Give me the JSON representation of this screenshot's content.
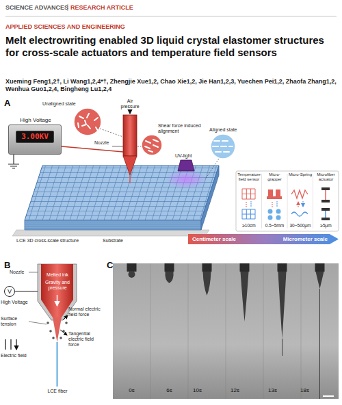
{
  "diagram": {
    "title": "Melt electrowriting enabled 3D liquid crystal elastomer structures for cross-scale actuators and temperature field sensors",
    "nodes": [
      {
        "text": [
          "High Voltage"
        ]
      },
      {
        "text": [
          "3.00KV"
        ],
        "in": 0
      },
      {
        "text": [
          "Temperature field sensor",
          "≥10cm"
        ]
      },
      {
        "text": [
          "Micro-grapper",
          "0.5~5mm"
        ]
      },
      {
        "text": [
          "Micro-Spring",
          "30~500μm"
        ]
      },
      {
        "text": [
          "Microfiber actuator",
          "≥5μm"
        ]
      },
      {
        "text": [
          "Centimeter scale",
          "Micrometer scale"
        ]
      },
      {
        "text": [
          "V"
        ]
      }
    ],
    "labels": [
      "SCIENCE ADVANCES",
      "RESEARCH ARTICLE",
      "APPLIED SCIENCES AND ENGINEERING",
      "Xueming Feng1,2†, Li Wang1,2,4*†, Zhengjie Xue1,2, Chao Xie1,2, Jie Han1,2,3, Yuechen Pei1,2, Zhaofa Zhang1,2, Wenhua Guo1,2,4, Bingheng Lu1,2,4",
      "A",
      "Air pressure",
      "Unaligned state",
      "Nozzle",
      "Shear force induced alignment",
      "Aligned state",
      "UV-light",
      "LCE 3D cross-scale structure",
      "Substrate",
      "B",
      "Nozzle",
      "Melted ink",
      "Gravity and pressure",
      "High Voltage",
      "Surface tension",
      "Normal electric field force",
      "Tangential electric field force",
      "Electric field",
      "LCE fiber",
      "C",
      "0s",
      "6s",
      "10s",
      "12s",
      "13s",
      "18s"
    ]
  }
}
